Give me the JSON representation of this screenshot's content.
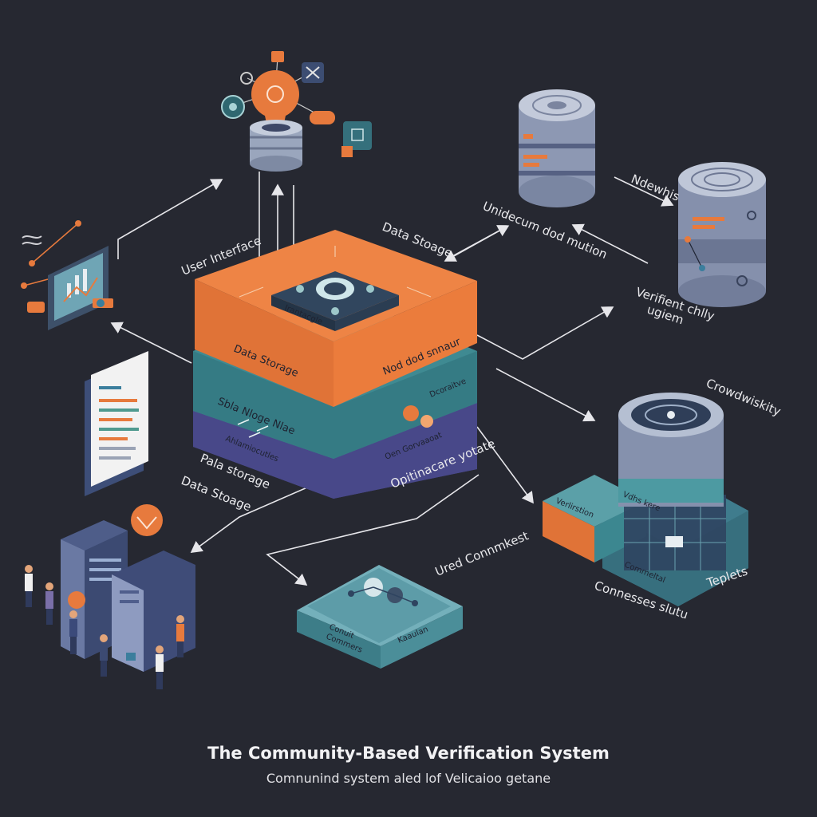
{
  "footer": {
    "title": "The Community-Based Verification System",
    "subtitle": "Comnunind system aled lof Velicaioo getane"
  },
  "labels": {
    "user_interface": "User Interface",
    "data_storage_top": "Data Stoage",
    "unidecum": "Unidecum dod mution",
    "ndewhis": "Ndewhis",
    "verifient_line1": "Verifient chlly",
    "verifient_line2": "ugiem",
    "crowdwiskity": "Crowdwiskity",
    "data_storage_left": "Data Stoage",
    "pala_storage": "Pala storage",
    "optinacare": "Opitinacare yotate",
    "ured_connmkest": "Ured Connmkest",
    "connesses_slutu": "Connesses slutu",
    "teplets": "Teplets"
  },
  "platform": {
    "orange_layer_label": "Data Storage",
    "orange_right_label": "Nod dod snnaur",
    "teal_layer_label": "Sbla Nloge Nlae",
    "teal_sub_label": "Ahlamiocutles",
    "teal_right_label": "Dcoraitve",
    "purple_right_label": "Oen Gorvaaoat",
    "chip_label": "Irantacgle"
  },
  "right_tower": {
    "panel_label_1": "Verlirstion",
    "panel_label_2": "Vdhs kere",
    "base_label": "Commeltal"
  },
  "bottom_box": {
    "left_label_1": "Conuit",
    "left_label_2": "Commers",
    "right_label": "Kaaulan"
  }
}
